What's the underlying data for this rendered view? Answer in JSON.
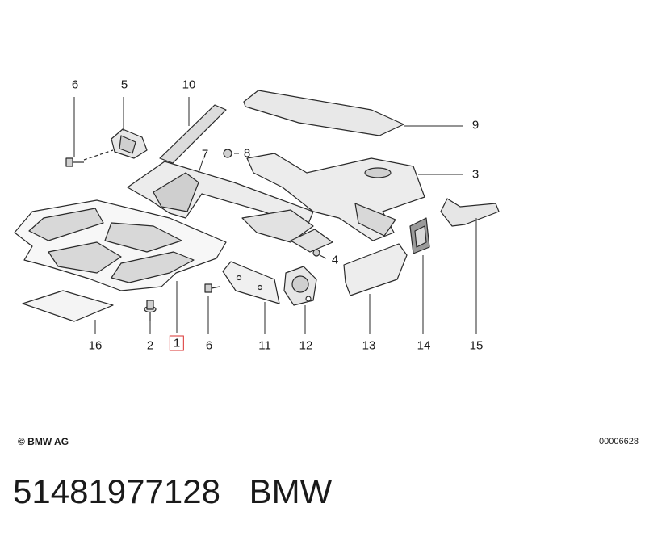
{
  "callouts": {
    "c1": "1",
    "c2": "2",
    "c3": "3",
    "c4": "4",
    "c5": "5",
    "c6a": "6",
    "c6b": "6",
    "c7": "7",
    "c8": "8",
    "c9": "9",
    "c10": "10",
    "c11": "11",
    "c12": "12",
    "c13": "13",
    "c14": "14",
    "c15": "15",
    "c16": "16"
  },
  "highlighted_callout": "1",
  "footer": {
    "copyright": "© BMW AG",
    "drawing_number": "00006628"
  },
  "part_number_line": "51481977128   BMW",
  "colors": {
    "line": "#2a2a2a",
    "highlight": "#d9302f",
    "shade": "#bfbfbf"
  }
}
